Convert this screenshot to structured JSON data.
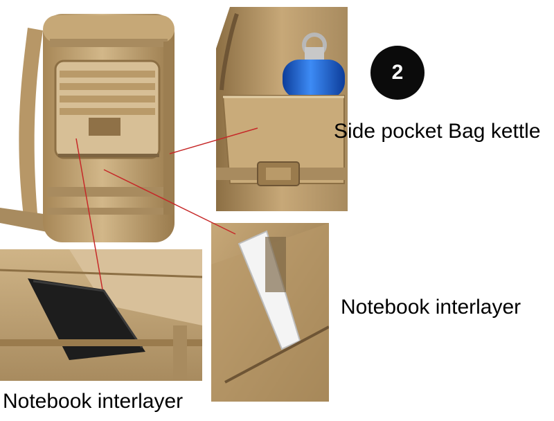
{
  "badge": {
    "number": "2"
  },
  "captions": {
    "side_pocket": "Side pocket Bag kettle",
    "notebook_right": "Notebook interlayer",
    "notebook_left": "Notebook interlayer"
  },
  "colors": {
    "canvas": "#d7bf96",
    "canvas_shadow": "#a88b5f",
    "canvas_dark": "#7d6441",
    "bottle_blue": "#1f67d8",
    "leader_line": "#c62828",
    "badge_bg": "#0b0b0b"
  },
  "icons": {
    "backpack": "backpack-photo",
    "side_pocket": "side-pocket-photo",
    "notebook_pocket": "notebook-pocket-photo",
    "tablet_pocket": "tablet-pocket-photo"
  }
}
